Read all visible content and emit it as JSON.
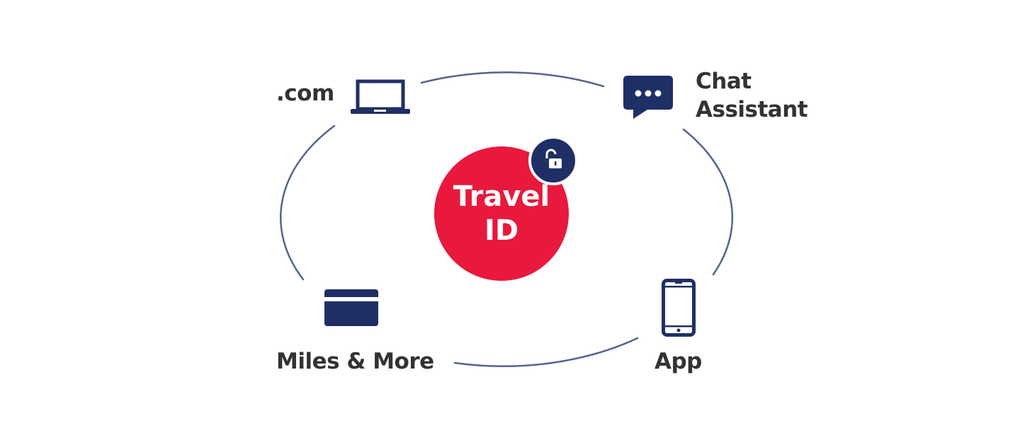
{
  "hub": {
    "line1": "Travel",
    "line2": "ID",
    "icon": "unlocked-padlock-icon"
  },
  "nodes": {
    "web": {
      "label": ".com",
      "icon": "laptop-icon"
    },
    "chat": {
      "label_line1": "Chat",
      "label_line2": "Assistant",
      "icon": "chat-bubble-icon"
    },
    "miles": {
      "label": "Miles & More",
      "icon": "card-icon"
    },
    "app": {
      "label": "App",
      "icon": "smartphone-icon"
    }
  },
  "colors": {
    "accent": "#e8193c",
    "navy": "#1f2f66",
    "ring": "#56638f",
    "text": "#333333"
  }
}
